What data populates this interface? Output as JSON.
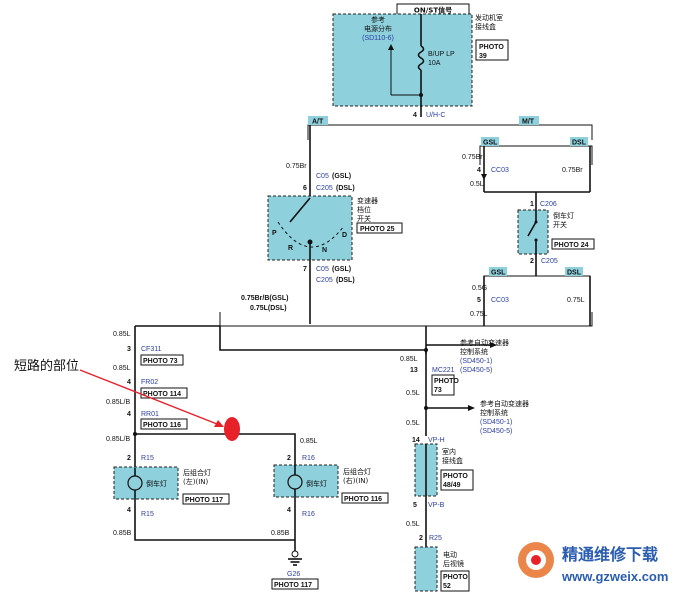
{
  "title_bar": "ON/ST信号",
  "fuse_block": {
    "ref": "参考\n电源分布\n(SD110-6)",
    "fuse": "B/UP LP",
    "amp": "10A",
    "label": "发动机室\n接线盒",
    "photo": "PHOTO\n39"
  },
  "uh_c": {
    "pin": "4",
    "name": "U/H-C"
  },
  "at_tag": "A/T",
  "mt_tag": "M/T",
  "gsl_tag_1": "GSL",
  "dsl_tag_1": "DSL",
  "gsl_tag_2": "GSL",
  "dsl_tag_2": "DSL",
  "wire_075br": "0.75Br",
  "c05_gsl": "C05",
  "c05_gsl_suffix": "(GSL)",
  "c205_dsl": "C205",
  "c205_dsl_suffix": "(DSL)",
  "pin6": "6",
  "switch": {
    "label": "变速器\n档位\n开关",
    "photo": "PHOTO 25",
    "p": "P",
    "r": "R",
    "n": "N",
    "d": "D"
  },
  "pin7": "7",
  "c05b": "C05",
  "c05b_suffix": "(GSL)",
  "c205b": "C205",
  "c205b_suffix": "(DSL)",
  "wire_bot_sw_1": "0.75Br/B(GSL)",
  "wire_bot_sw_2": "0.75L(DSL)",
  "mt_branch": {
    "w1": "0.75Br",
    "pin4": "4",
    "cc03": "CC03",
    "w2": "0.5L",
    "w3": "0.75Br",
    "pin1": "1",
    "c206": "C206",
    "sw_label": "倒车灯\n开关",
    "photo": "PHOTO 24",
    "pin2": "2",
    "c205": "C205",
    "w4": "0.5G",
    "pin5": "5",
    "cc03b": "CC03",
    "w5": "0.75L",
    "w6": "0.75L"
  },
  "left_chain": {
    "w1": "0.85L",
    "pin3": "3",
    "cf311": "CF311",
    "photo73": "PHOTO 73",
    "w2": "0.85L",
    "pin4": "4",
    "fr02": "FR02",
    "photo114": "PHOTO 114",
    "w3": "0.85L/B",
    "pin4b": "4",
    "rr01": "RR01",
    "photo116": "PHOTO 116",
    "w4": "0.85L/B"
  },
  "short_label": "短路的部位",
  "lamp_left": {
    "pin2": "2",
    "r": "R15",
    "name": "倒车灯",
    "desc": "后组合灯\n(左)(IN)",
    "photo": "PHOTO 117",
    "pin4": "4",
    "r2": "R15",
    "w": "0.85B"
  },
  "lamp_right": {
    "w_top": "0.85L",
    "pin2": "2",
    "r": "R16",
    "name": "倒车灯",
    "desc": "后组合灯\n(右)(IN)",
    "photo": "PHOTO 116",
    "pin4": "4",
    "r2": "R16",
    "w": "0.85B"
  },
  "ground": {
    "id": "G26",
    "photo": "PHOTO 117"
  },
  "right_chain": {
    "ref1": "参考自动变速器\n控制系统\n(SD450-1)\n(SD450-5)",
    "w1": "0.85L",
    "pin13": "13",
    "mc221": "MC221",
    "photo73": "PHOTO\n73",
    "w2": "0.5L",
    "ref2": "参考自动变速器\n控制系统\n(SD450-1)\n(SD450-5)",
    "w3": "0.5L",
    "pin14": "14",
    "vph": "VP-H",
    "jb": "室内\n接线盒",
    "photo48": "PHOTO\n48/49",
    "pin5": "5",
    "vpb": "VP-B",
    "w4": "0.5L",
    "pin2": "2",
    "r25": "R25",
    "cam": "电动\n后视镜",
    "photo52": "PHOTO\n52"
  },
  "watermark": {
    "cn": "精通维修下载",
    "url": "www.gzweix.com"
  },
  "colors": {
    "box": "#8fd0dd",
    "short_marker": "#e8202a",
    "arrow": "#e8202a",
    "watermark": "#2a5db0"
  }
}
